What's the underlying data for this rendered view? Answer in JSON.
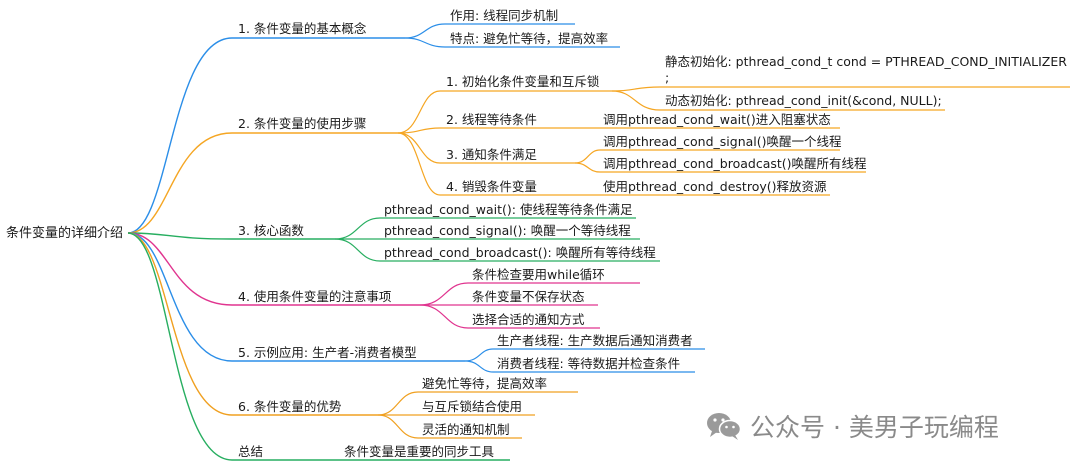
{
  "root": "条件变量的详细介绍",
  "colors": {
    "blue": "#2b8ee8",
    "orange": "#f5a623",
    "green": "#27ae60",
    "pink": "#e0348f",
    "orange2": "#f0a020"
  },
  "branches": [
    {
      "label": "1. 条件变量的基本概念",
      "children": [
        {
          "label": "作用: 线程同步机制"
        },
        {
          "label": "特点: 避免忙等待，提高效率"
        }
      ]
    },
    {
      "label": "2. 条件变量的使用步骤",
      "children": [
        {
          "label": "1. 初始化条件变量和互斥锁",
          "children": [
            {
              "label": "静态初始化: pthread_cond_t cond = PTHREAD_COND_INITIALIZER",
              "label2": ";"
            },
            {
              "label": "动态初始化: pthread_cond_init(&cond, NULL);"
            }
          ]
        },
        {
          "label": "2. 线程等待条件",
          "children": [
            {
              "label": "调用pthread_cond_wait()进入阻塞状态"
            }
          ]
        },
        {
          "label": "3. 通知条件满足",
          "children": [
            {
              "label": "调用pthread_cond_signal()唤醒一个线程"
            },
            {
              "label": "调用pthread_cond_broadcast()唤醒所有线程"
            }
          ]
        },
        {
          "label": "4. 销毁条件变量",
          "children": [
            {
              "label": "使用pthread_cond_destroy()释放资源"
            }
          ]
        }
      ]
    },
    {
      "label": "3. 核心函数",
      "children": [
        {
          "label": "pthread_cond_wait(): 使线程等待条件满足"
        },
        {
          "label": "pthread_cond_signal(): 唤醒一个等待线程"
        },
        {
          "label": "pthread_cond_broadcast(): 唤醒所有等待线程"
        }
      ]
    },
    {
      "label": "4. 使用条件变量的注意事项",
      "children": [
        {
          "label": "条件检查要用while循环"
        },
        {
          "label": "条件变量不保存状态"
        },
        {
          "label": "选择合适的通知方式"
        }
      ]
    },
    {
      "label": "5. 示例应用: 生产者-消费者模型",
      "children": [
        {
          "label": "生产者线程: 生产数据后通知消费者"
        },
        {
          "label": "消费者线程: 等待数据并检查条件"
        }
      ]
    },
    {
      "label": "6. 条件变量的优势",
      "children": [
        {
          "label": "避免忙等待，提高效率"
        },
        {
          "label": "与互斥锁结合使用"
        },
        {
          "label": "灵活的通知机制"
        }
      ]
    },
    {
      "label": "总结",
      "children": [
        {
          "label": "条件变量是重要的同步工具"
        }
      ]
    }
  ],
  "watermark": {
    "text": "公众号 · 美男子玩编程",
    "icon": "wechat-icon"
  }
}
